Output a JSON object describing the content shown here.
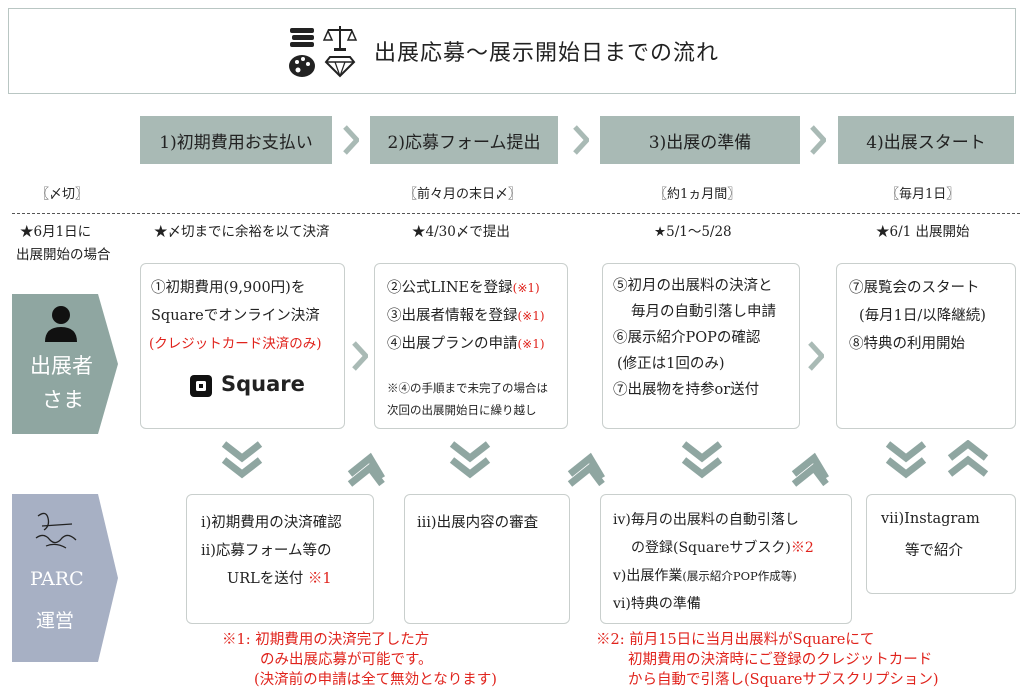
{
  "title": "出展応募～展示開始日までの流れ",
  "steps": [
    {
      "label": "1)初期費用お支払い",
      "deadline": "〖〆切〗",
      "star": "★〆切までに余裕を以て決済"
    },
    {
      "label": "2)応募フォーム提出",
      "deadline": "〖前々月の末日〆〗",
      "star": "★4/30〆で提出"
    },
    {
      "label": "3)出展の準備",
      "deadline": "〖約1ヵ月間〗",
      "star": "★5/1～5/28"
    },
    {
      "label": "4)出展スタート",
      "deadline": "〖毎月1日〗",
      "star": "★6/1 出展開始"
    }
  ],
  "left_note": {
    "line1": "★6月1日に",
    "line2": "出展開始の場合"
  },
  "roles": {
    "exhibitor": {
      "line1": "出展者",
      "line2": "さま"
    },
    "operator": {
      "line1": "PARC",
      "line2": "運営"
    }
  },
  "exhibitor_boxes": {
    "box1": {
      "l1": "①初期費用(9,900円)を",
      "l2": "Squareでオンライン決済",
      "l3": "(クレジットカード決済のみ)",
      "logo": "Square"
    },
    "box2": {
      "l1": "②公式LINEを登録",
      "l2": "③出展者情報を登録",
      "l3": "④出展プランの申請",
      "mark": "(※1)",
      "n1": "※④の手順まで未完了の場合は",
      "n2": "次回の出展開始日に繰り越し"
    },
    "box3": {
      "l1": "⑤初月の出展料の決済と",
      "l2": "毎月の自動引落し申請",
      "l3": "⑥展示紹介POPの確認",
      "l4": "(修正は1回のみ)",
      "l5": "⑦出展物を持参or送付"
    },
    "box4": {
      "l1": "⑦展覧会のスタート",
      "l2": "(毎月1日/以降継続)",
      "l3": "⑧特典の利用開始"
    }
  },
  "operator_boxes": {
    "box1": {
      "l1": "ⅰ)初期費用の決済確認",
      "l2": "ⅱ)応募フォーム等の",
      "l3a": "URLを送付",
      "l3b": "※1"
    },
    "box2": {
      "l1": "ⅲ)出展内容の審査"
    },
    "box3": {
      "l1": "ⅳ)毎月の出展料の自動引落し",
      "l2a": "の登録(Squareサブスク)",
      "l2b": "※2",
      "l3a": "ⅴ)出展作業",
      "l3b": "(展示紹介POP作成等)",
      "l4": "ⅵ)特典の準備"
    },
    "box4": {
      "l1": "ⅶ)Instagram",
      "l2": "等で紹介"
    }
  },
  "notes": {
    "n1": {
      "l1": "※1: 初期費用の決済完了した方",
      "l2": "のみ出展応募が可能です。",
      "l3": "(決済前の申請は全て無効となります)"
    },
    "n2": {
      "l1": "※2: 前月15日に当月出展料がSquareにて",
      "l2": "初期費用の決済時にご登録のクレジットカード",
      "l3": "から自動で引落し(Squareサブスクリプション)"
    }
  },
  "colors": {
    "step_bg": "#a9bab5",
    "chevron": "#8fa6a1",
    "role_exhibitor": "#8fa6a1",
    "role_operator": "#a7b0c4",
    "red": "#e0231c"
  }
}
